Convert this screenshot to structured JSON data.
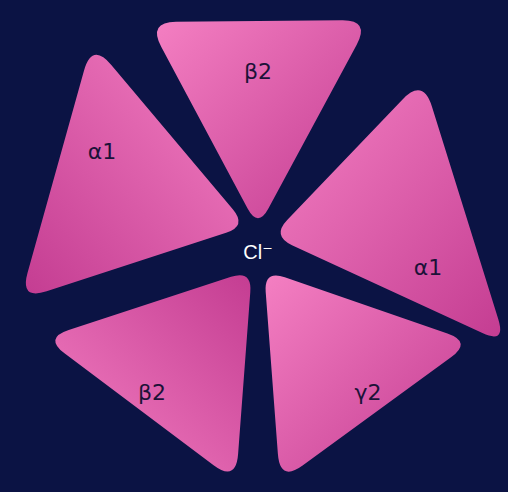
{
  "diagram": {
    "nodes": [
      {
        "text": [
          "β2"
        ]
      },
      {
        "text": [
          "α1"
        ]
      },
      {
        "text": [
          "α1"
        ]
      },
      {
        "text": [
          "β2"
        ]
      },
      {
        "text": [
          "γ2"
        ]
      }
    ],
    "labels": [
      "Cl⁻"
    ]
  }
}
